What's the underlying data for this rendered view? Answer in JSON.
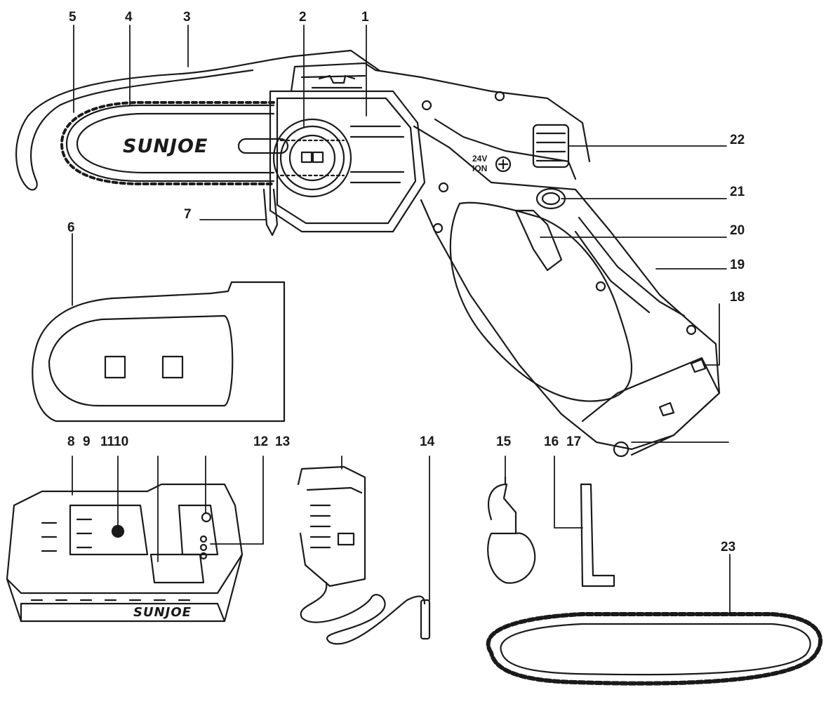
{
  "brand": "SUNJOE",
  "battery_badge": {
    "voltage": "24V",
    "chemistry": "ION"
  },
  "parts": {
    "p1": "1",
    "p2": "2",
    "p3": "3",
    "p4": "4",
    "p5": "5",
    "p6": "6",
    "p7": "7",
    "p8": "8",
    "p9": "9",
    "p1110": "1110",
    "p12": "12",
    "p13": "13",
    "p14": "14",
    "p15": "15",
    "p16": "16",
    "p17": "17",
    "p18": "18",
    "p19": "19",
    "p20": "20",
    "p21": "21",
    "p22": "22",
    "p23": "23"
  }
}
